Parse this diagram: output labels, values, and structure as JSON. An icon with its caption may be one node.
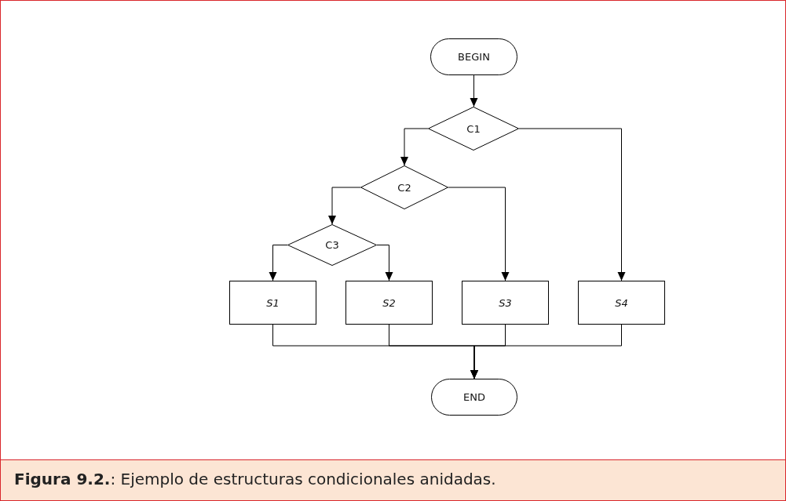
{
  "diagram": {
    "caption": "**Figura 9.2.**: Ejemplo de estructuras condicionales anidadas.",
    "nodes": [
      {
        "text": [
          "BEGIN"
        ]
      },
      {
        "text": [
          "C1"
        ]
      },
      {
        "text": [
          "C2"
        ]
      },
      {
        "text": [
          "C3"
        ]
      },
      {
        "text": [
          "S1"
        ]
      },
      {
        "text": [
          "S2"
        ]
      },
      {
        "text": [
          "S3"
        ]
      },
      {
        "text": [
          "S4"
        ]
      },
      {
        "text": [
          "END"
        ]
      }
    ],
    "edges": [
      {
        "from": 0,
        "to": 1,
        "arrow": "to"
      },
      {
        "from": 1,
        "to": 2,
        "arrow": "to"
      },
      {
        "from": 1,
        "to": 7,
        "arrow": "to"
      },
      {
        "from": 2,
        "to": 3,
        "arrow": "to"
      },
      {
        "from": 2,
        "to": 6,
        "arrow": "to"
      },
      {
        "from": 3,
        "to": 4,
        "arrow": "to"
      },
      {
        "from": 3,
        "to": 5,
        "arrow": "to"
      },
      {
        "from": 4,
        "to": 8,
        "arrow": "to"
      },
      {
        "from": 5,
        "to": 8,
        "arrow": "to"
      },
      {
        "from": 6,
        "to": 8,
        "arrow": "to"
      },
      {
        "from": 7,
        "to": 8,
        "arrow": "to"
      }
    ]
  }
}
